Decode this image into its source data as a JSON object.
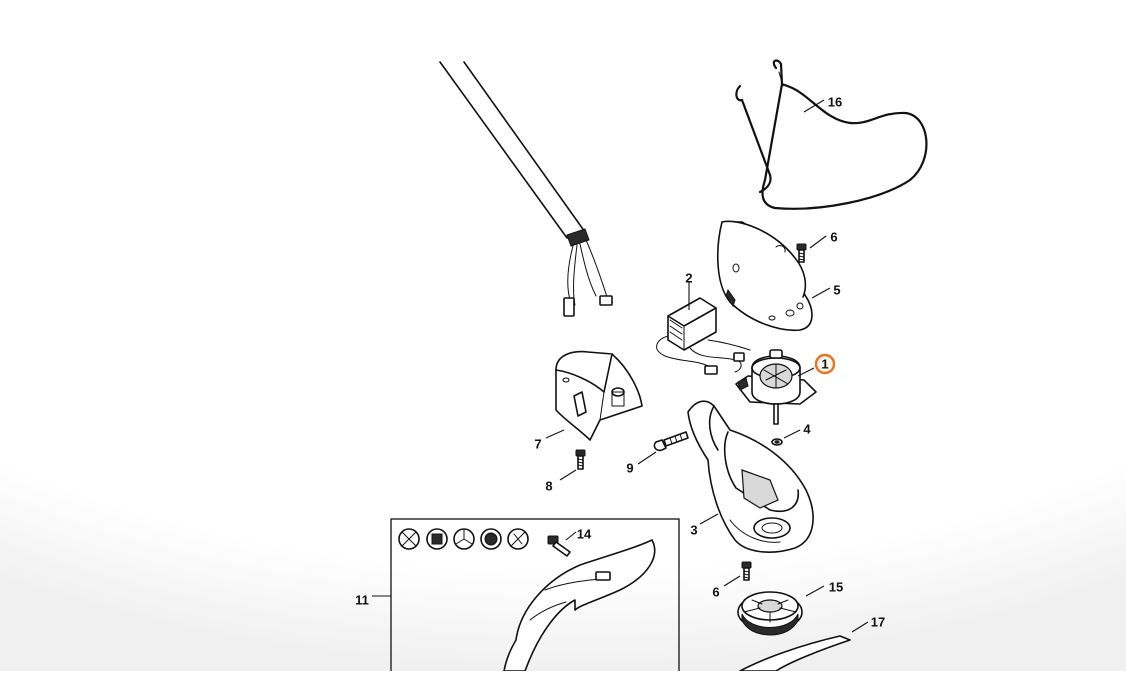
{
  "diagram": {
    "callouts": [
      {
        "id": "1",
        "highlighted": true
      },
      {
        "id": "2"
      },
      {
        "id": "3"
      },
      {
        "id": "4"
      },
      {
        "id": "5"
      },
      {
        "id": "6a",
        "label": "6"
      },
      {
        "id": "6b",
        "label": "6"
      },
      {
        "id": "7"
      },
      {
        "id": "8"
      },
      {
        "id": "9"
      },
      {
        "id": "11"
      },
      {
        "id": "14"
      },
      {
        "id": "15"
      },
      {
        "id": "16"
      },
      {
        "id": "17"
      }
    ],
    "highlight_color": "#e8731c",
    "line_color": "#111111",
    "background": "#ffffff"
  }
}
